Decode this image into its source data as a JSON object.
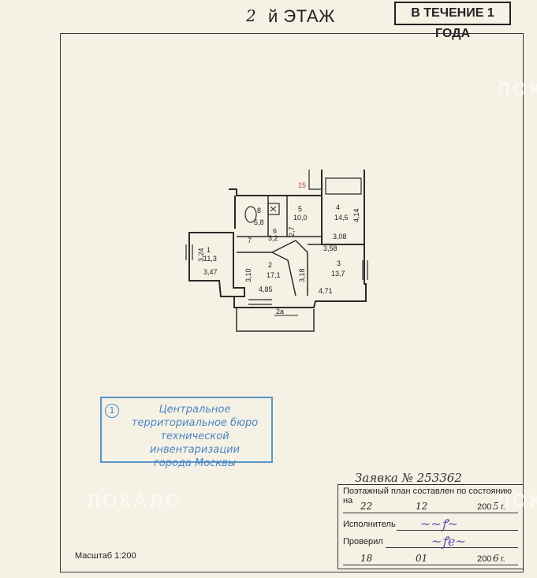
{
  "header": {
    "floor_number": "2",
    "floor_title": "й ЭТАЖ",
    "validity_stamp": "В ТЕЧЕНИЕ 1 ГОДА"
  },
  "plan": {
    "labels": [
      {
        "id": "room-8",
        "text": "8"
      },
      {
        "id": "room-8-area",
        "text": "5,8"
      },
      {
        "id": "room-6",
        "text": "6"
      },
      {
        "id": "room-5",
        "text": "5"
      },
      {
        "id": "room-5-area",
        "text": "10,0"
      },
      {
        "id": "room-4",
        "text": "4"
      },
      {
        "id": "room-4-area",
        "text": "14,5"
      },
      {
        "id": "room-1",
        "text": "1"
      },
      {
        "id": "room-1-area",
        "text": "11,3"
      },
      {
        "id": "room-2",
        "text": "2"
      },
      {
        "id": "room-2-area",
        "text": "17,1"
      },
      {
        "id": "room-3",
        "text": "3"
      },
      {
        "id": "room-3-area",
        "text": "13,7"
      },
      {
        "id": "room-7",
        "text": "7"
      },
      {
        "id": "dim-7-area",
        "text": "3,2"
      },
      {
        "id": "dim-2-7",
        "text": "2,7"
      },
      {
        "id": "dim-3-08",
        "text": "3,08"
      },
      {
        "id": "dim-3-58",
        "text": "3,58"
      },
      {
        "id": "dim-4-14",
        "text": "4,14"
      },
      {
        "id": "dim-3-24",
        "text": "3,24"
      },
      {
        "id": "dim-3-47",
        "text": "3,47"
      },
      {
        "id": "dim-3-10",
        "text": "3,10"
      },
      {
        "id": "dim-4-85",
        "text": "4,85"
      },
      {
        "id": "dim-3-18",
        "text": "3,18"
      },
      {
        "id": "dim-4-71",
        "text": "4,71"
      },
      {
        "id": "stair-15",
        "text": "15"
      },
      {
        "id": "corridor-2a",
        "text": "2а"
      }
    ]
  },
  "stamp": {
    "number": "1",
    "line1": "Центральное",
    "line2": "территориальное бюро",
    "line3": "технической инвентаризации",
    "line4": "города Москвы"
  },
  "application": "Заявка № 253362",
  "info": {
    "heading": "Поэтажный план составлен по состоянию на",
    "date1_day": "22",
    "date1_month": "12",
    "date1_year_prefix": "200",
    "date1_year_suffix": "5",
    "year_unit": "г.",
    "executor_label": "Исполнитель",
    "checked_label": "Проверил",
    "date2_day": "18",
    "date2_month": "01",
    "date2_year_prefix": "200",
    "date2_year_suffix": "6"
  },
  "scale": "Масштаб 1:200",
  "watermark": "ЛОКАЛС"
}
